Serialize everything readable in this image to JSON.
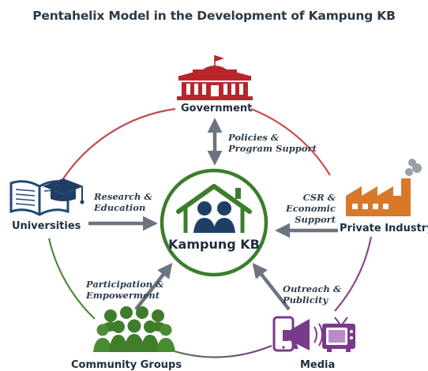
{
  "title": "Pentahelix Model in the Development of Kampung KB",
  "center": {
    "label": "Kampung KB"
  },
  "nodes": {
    "government": {
      "label": "Government"
    },
    "universities": {
      "label": "Universities"
    },
    "private_industry": {
      "label": "Private Industry"
    },
    "community_groups": {
      "label": "Community Groups"
    },
    "media": {
      "label": "Media"
    }
  },
  "flows": {
    "government": {
      "line1": "Policies &",
      "line2": "Program Support"
    },
    "universities": {
      "line1": "Research &",
      "line2": "Education"
    },
    "private_industry": {
      "line1": "CSR &",
      "line2": "Economic",
      "line3": "Support"
    },
    "community_groups": {
      "line1": "Participation &",
      "line2": "Empowerment"
    },
    "media": {
      "line1": "Outreach &",
      "line2": "Publicity"
    }
  },
  "colors": {
    "government": "#b8262c",
    "universities": "#1f4a73",
    "private_industry": "#d8792a",
    "community_groups": "#3f7d2b",
    "media": "#7a3a8c",
    "center": "#3b7d2d",
    "arrow": "#6a7580"
  },
  "icons": {
    "government": "government-building-icon",
    "universities": "book-graduation-cap-icon",
    "private_industry": "factory-icon",
    "community_groups": "people-group-icon",
    "media": "megaphone-tv-icon",
    "center": "house-family-icon"
  }
}
